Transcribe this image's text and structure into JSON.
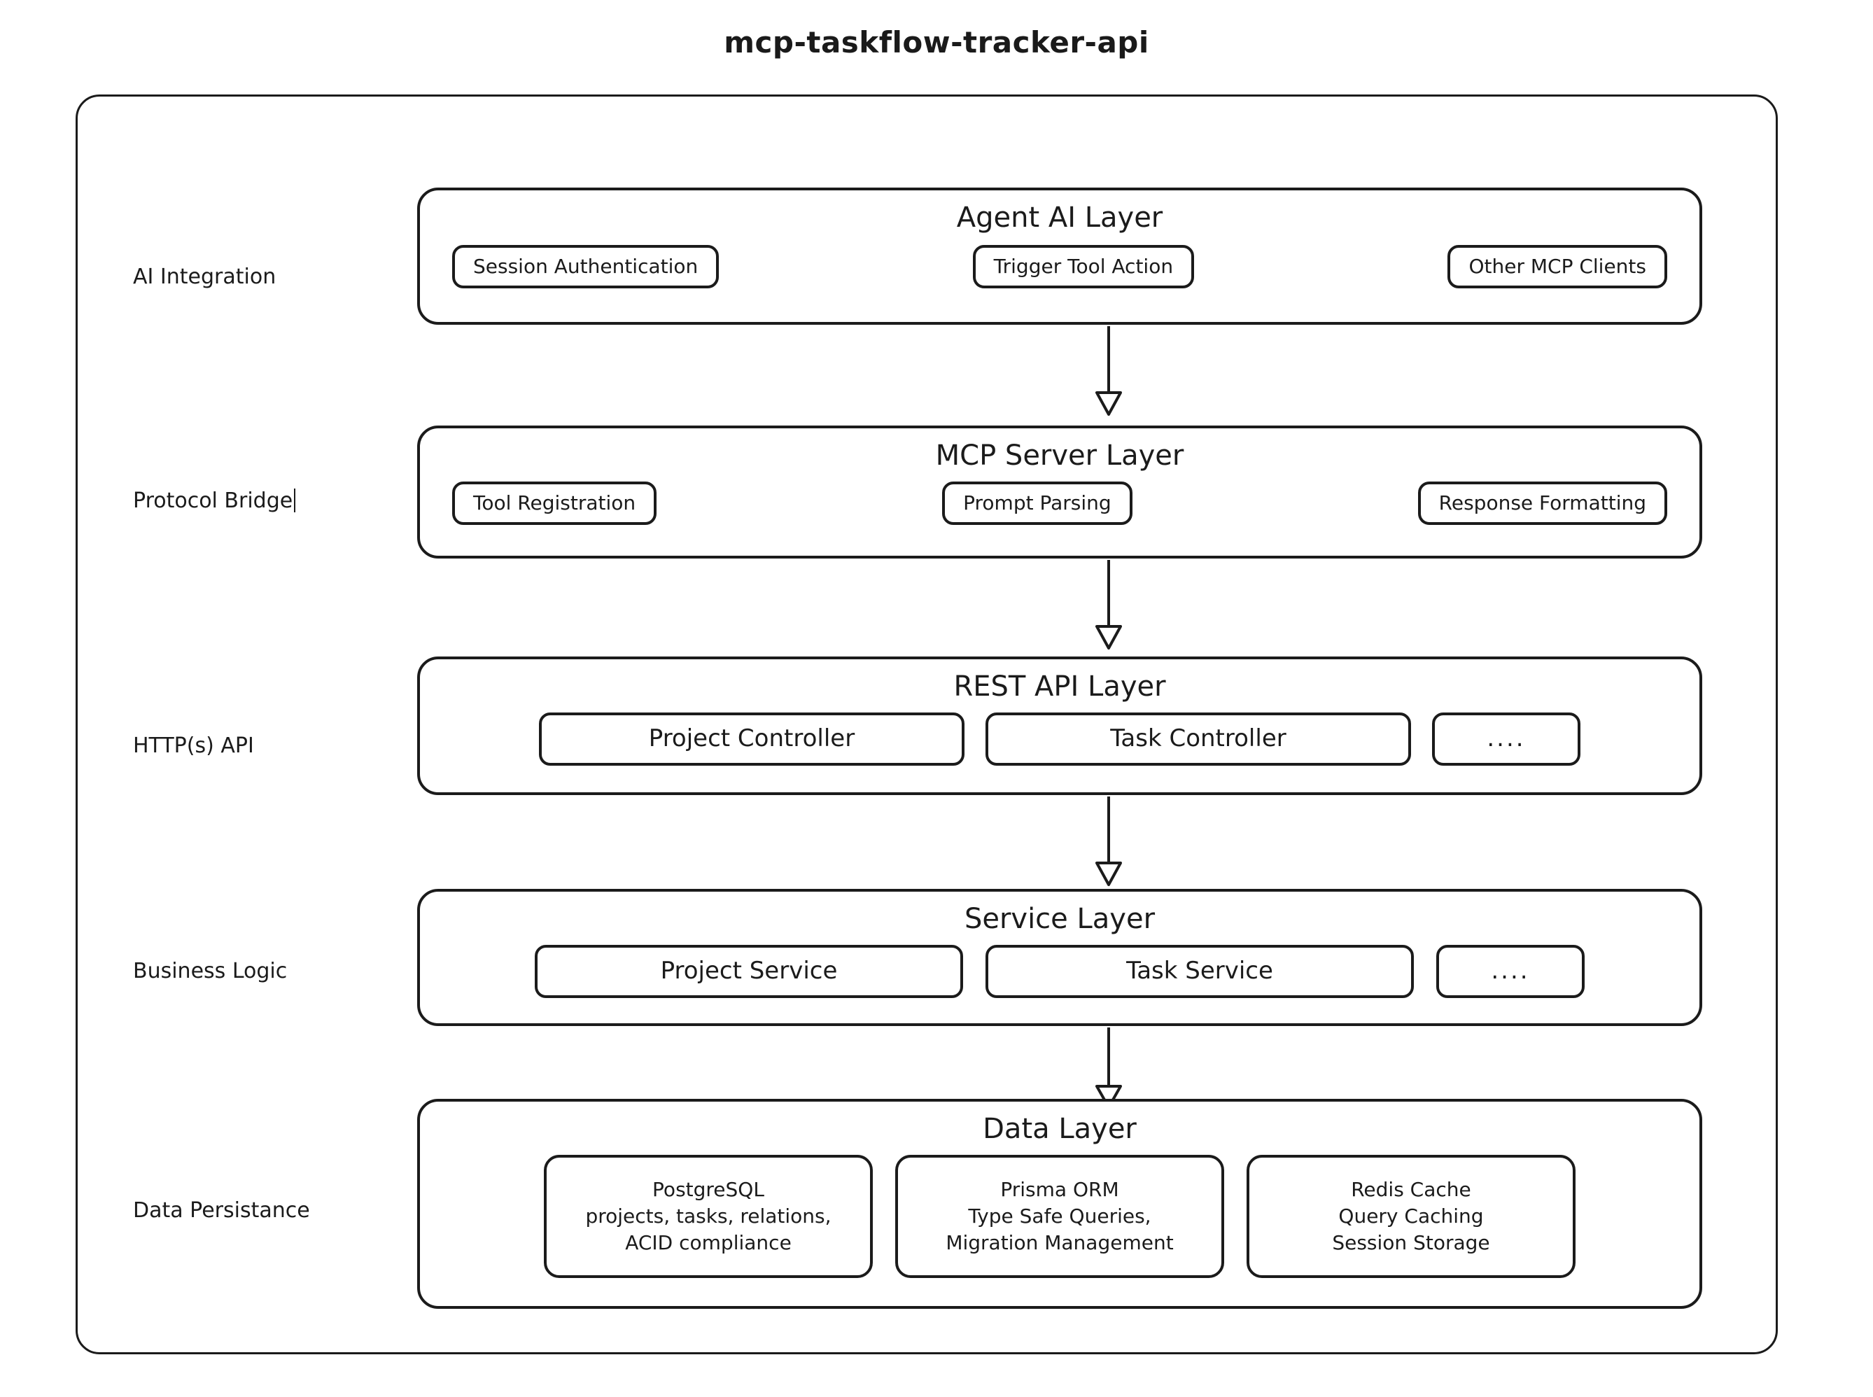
{
  "title": "mcp-taskflow-tracker-api",
  "outer_frame": {
    "name": "diagram-outer-frame"
  },
  "layers": [
    {
      "side_label": "AI Integration",
      "title": "Agent AI Layer",
      "nodes": [
        {
          "label": "Session Authentication"
        },
        {
          "label": "Trigger Tool Action"
        },
        {
          "label": "Other MCP Clients"
        }
      ]
    },
    {
      "side_label": "Protocol Bridge",
      "title": "MCP Server Layer",
      "nodes": [
        {
          "label": "Tool Registration"
        },
        {
          "label": "Prompt Parsing"
        },
        {
          "label": "Response Formatting"
        }
      ]
    },
    {
      "side_label": "HTTP(s) API",
      "title": "REST API Layer",
      "nodes": [
        {
          "label": "Project Controller"
        },
        {
          "label": "Task Controller"
        },
        {
          "label": "...."
        }
      ]
    },
    {
      "side_label": "Business Logic",
      "title": "Service Layer",
      "nodes": [
        {
          "label": "Project Service"
        },
        {
          "label": "Task Service"
        },
        {
          "label": "...."
        }
      ]
    },
    {
      "side_label": "Data Persistance",
      "title": "Data Layer",
      "nodes": [
        {
          "label": "PostgreSQL\nprojects, tasks, relations,\nACID compliance"
        },
        {
          "label": "Prisma ORM\nType Safe Queries,\nMigration Management"
        },
        {
          "label": "Redis Cache\nQuery Caching\nSession Storage"
        }
      ]
    }
  ],
  "arrows": [
    {
      "from": "Agent AI Layer",
      "to": "MCP Server Layer"
    },
    {
      "from": "MCP Server Layer",
      "to": "REST API Layer"
    },
    {
      "from": "REST API Layer",
      "to": "Service Layer"
    },
    {
      "from": "Service Layer",
      "to": "Data Layer"
    }
  ],
  "colors": {
    "stroke": "#1b1b1b",
    "background": "#ffffff",
    "text": "#1b1b1b"
  }
}
